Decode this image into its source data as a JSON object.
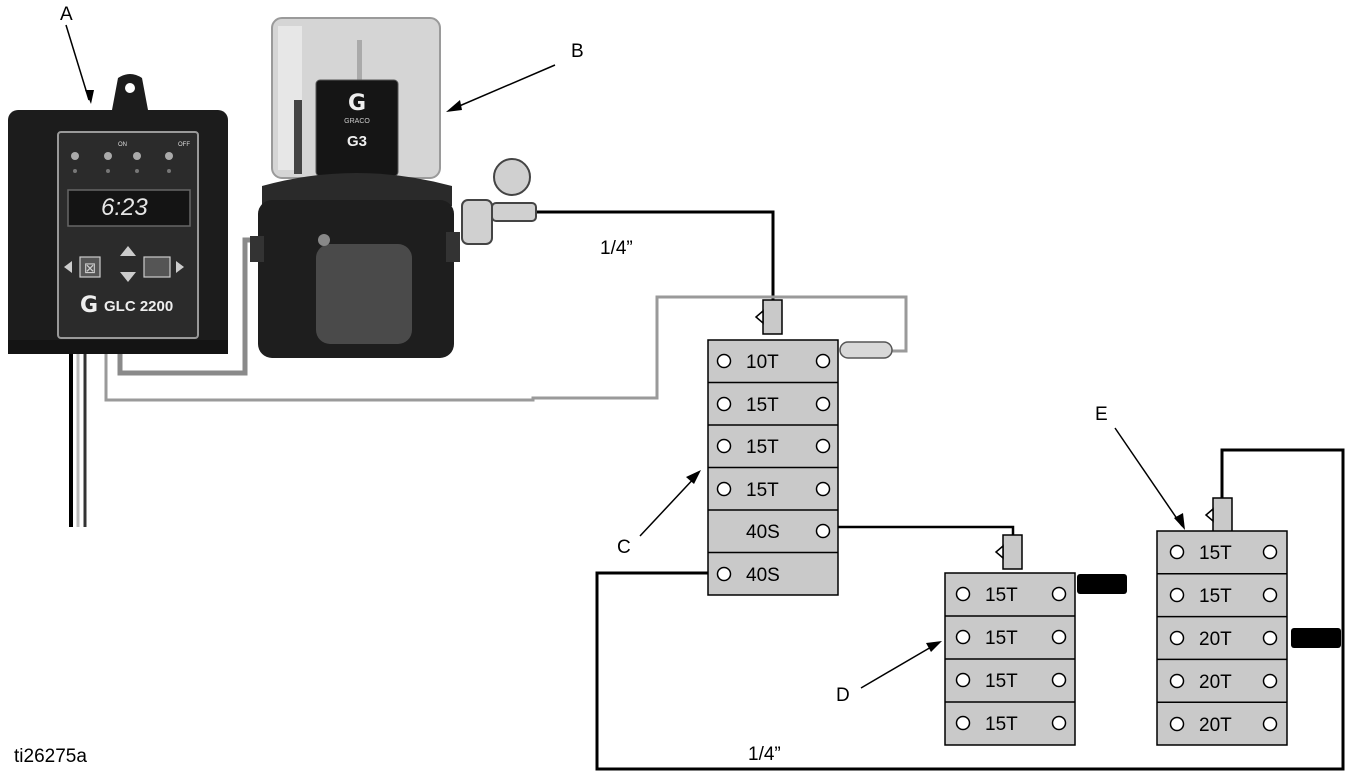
{
  "callouts": {
    "a": "A",
    "b": "B",
    "c": "C",
    "d": "D",
    "e": "E"
  },
  "dimensions": {
    "top_tube": "1/4”",
    "bottom_tube": "1/4”"
  },
  "figure_id": "ti26275a",
  "controller": {
    "display": "6:23",
    "brand_label": "GLC 2200",
    "on_label": "ON",
    "off_label": "OFF"
  },
  "pump": {
    "brand": "GRACO",
    "model": "G3"
  },
  "valve_c": [
    "10T",
    "15T",
    "15T",
    "15T",
    "40S",
    "40S"
  ],
  "valve_d": [
    "15T",
    "15T",
    "15T",
    "15T"
  ],
  "valve_e": [
    "15T",
    "15T",
    "20T",
    "20T",
    "20T"
  ],
  "colors": {
    "block_fill": "#c9c9c9",
    "line": "#000000",
    "sensor_line": "#9a9a9a",
    "housing": "#1c1c1c"
  }
}
